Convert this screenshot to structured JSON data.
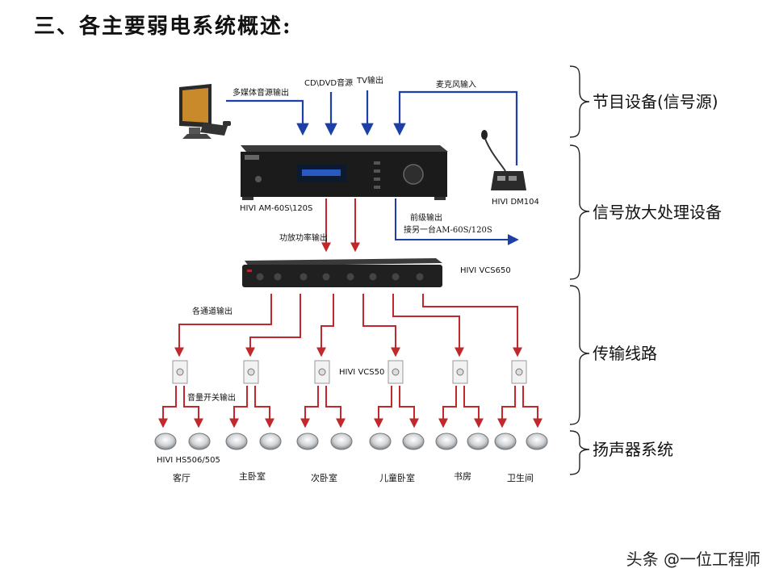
{
  "title": "三、各主要弱电系统概述:",
  "labels": {
    "multimedia": "多媒体音源输出",
    "cd_dvd": "CD\\DVD音源",
    "tv": "TV输出",
    "mic_in": "麦克风输入",
    "mic_model": "HIVI DM104",
    "amp_model": "HIVI AM-60S\\120S",
    "amp_out": "功放功率输出",
    "pre_out": "前级输出",
    "pre_out_to": "接另一台AM-60S/120S",
    "vcs650": "HIVI VCS650",
    "channel_out": "各通道输出",
    "vcs50": "HIVI VCS50",
    "volume_out": "音量开关输出",
    "speaker_model": "HIVI   HS506/505",
    "brand": "HIVI"
  },
  "rooms": [
    "客厅",
    "主卧室",
    "次卧室",
    "儿童卧室",
    "书房",
    "卫生间"
  ],
  "sections": [
    "节目设备(信号源)",
    "信号放大处理设备",
    "传输线路",
    "扬声器系统"
  ],
  "watermark": "头条 @一位工程师",
  "colors": {
    "signal_arrow": "#1c3fa8",
    "power_arrow": "#c0282b"
  }
}
